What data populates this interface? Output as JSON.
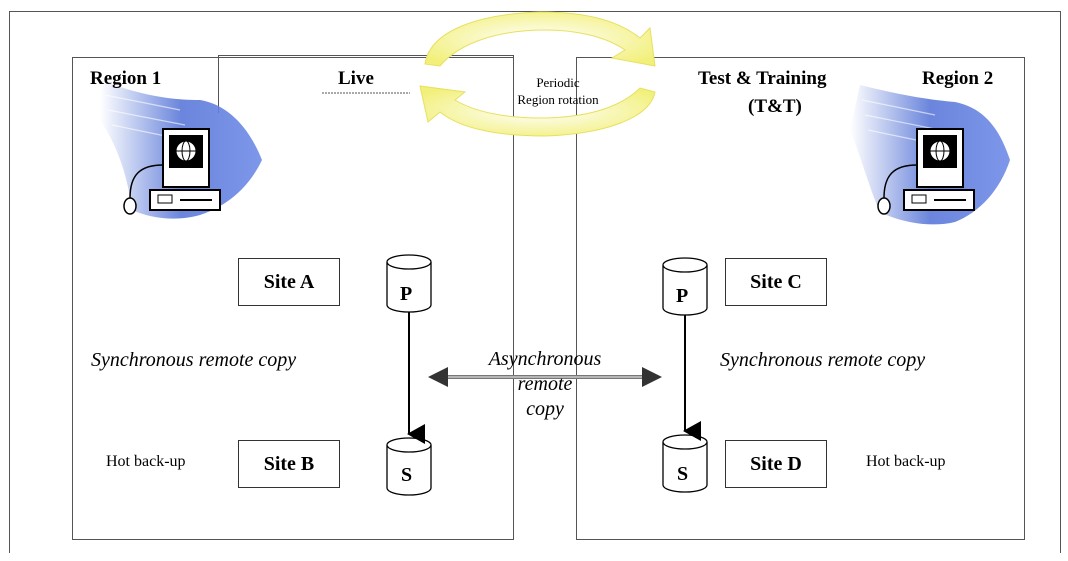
{
  "regions": {
    "left": {
      "region_label": "Region 1",
      "env_label": "Live"
    },
    "right": {
      "env_label_line1": "Test & Training",
      "env_label_line2": "(T&T)",
      "region_label": "Region 2"
    }
  },
  "rotation": {
    "line1": "Periodic",
    "line2": "Region rotation"
  },
  "sites": {
    "a": "Site A",
    "b": "Site B",
    "c": "Site C",
    "d": "Site D"
  },
  "volumes": {
    "primary": "P",
    "secondary": "S"
  },
  "copy": {
    "sync_left": "Synchronous remote copy",
    "sync_right": "Synchronous remote copy",
    "async_line1": "Asynchronous",
    "async_line2": "remote",
    "async_line3": "copy"
  },
  "backup": {
    "left": "Hot back-up",
    "right": "Hot back-up"
  },
  "colors": {
    "rotation_arrow": "#f2f07a",
    "computer_wave": "#5a78d8",
    "border": "#555555"
  },
  "icons": {
    "computer": "computer-globe-icon",
    "disk": "cylinder-disk-icon"
  }
}
